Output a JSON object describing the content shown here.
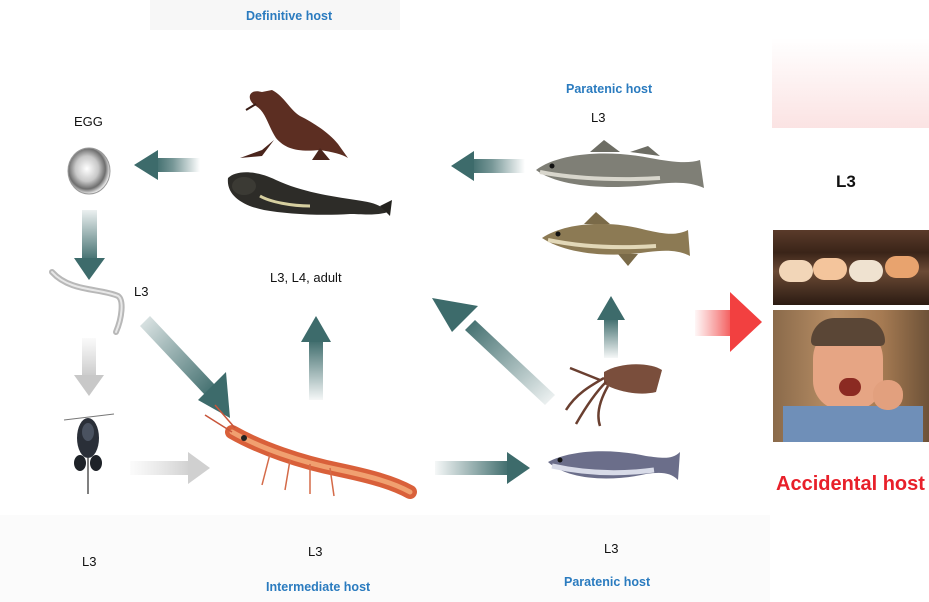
{
  "labels": {
    "definitive_host": "Definitive host",
    "paratenic_host_top": "Paratenic host",
    "paratenic_host_bottom": "Paratenic host",
    "intermediate_host": "Intermediate host",
    "accidental_host": "Accidental host",
    "egg": "EGG",
    "l3_larva": "L3",
    "l3_fish_top": "L3",
    "l3_l4_adult": "L3, L4, adult",
    "l3_right": "L3",
    "l3_bottom_left": "L3",
    "l3_bottom_mid": "L3",
    "l3_bottom_right": "L3"
  },
  "colors": {
    "host_label": "#2a7bbf",
    "accidental_label": "#e8202a",
    "arrow": "#3d6b6b"
  },
  "icons": [
    "egg-icon",
    "larva-icon",
    "copepod-icon",
    "krill-icon",
    "sea-lion-icon",
    "seal-icon",
    "cod-fish-icon",
    "squid-icon",
    "herring-icon",
    "sushi-photo",
    "human-eating-photo"
  ]
}
